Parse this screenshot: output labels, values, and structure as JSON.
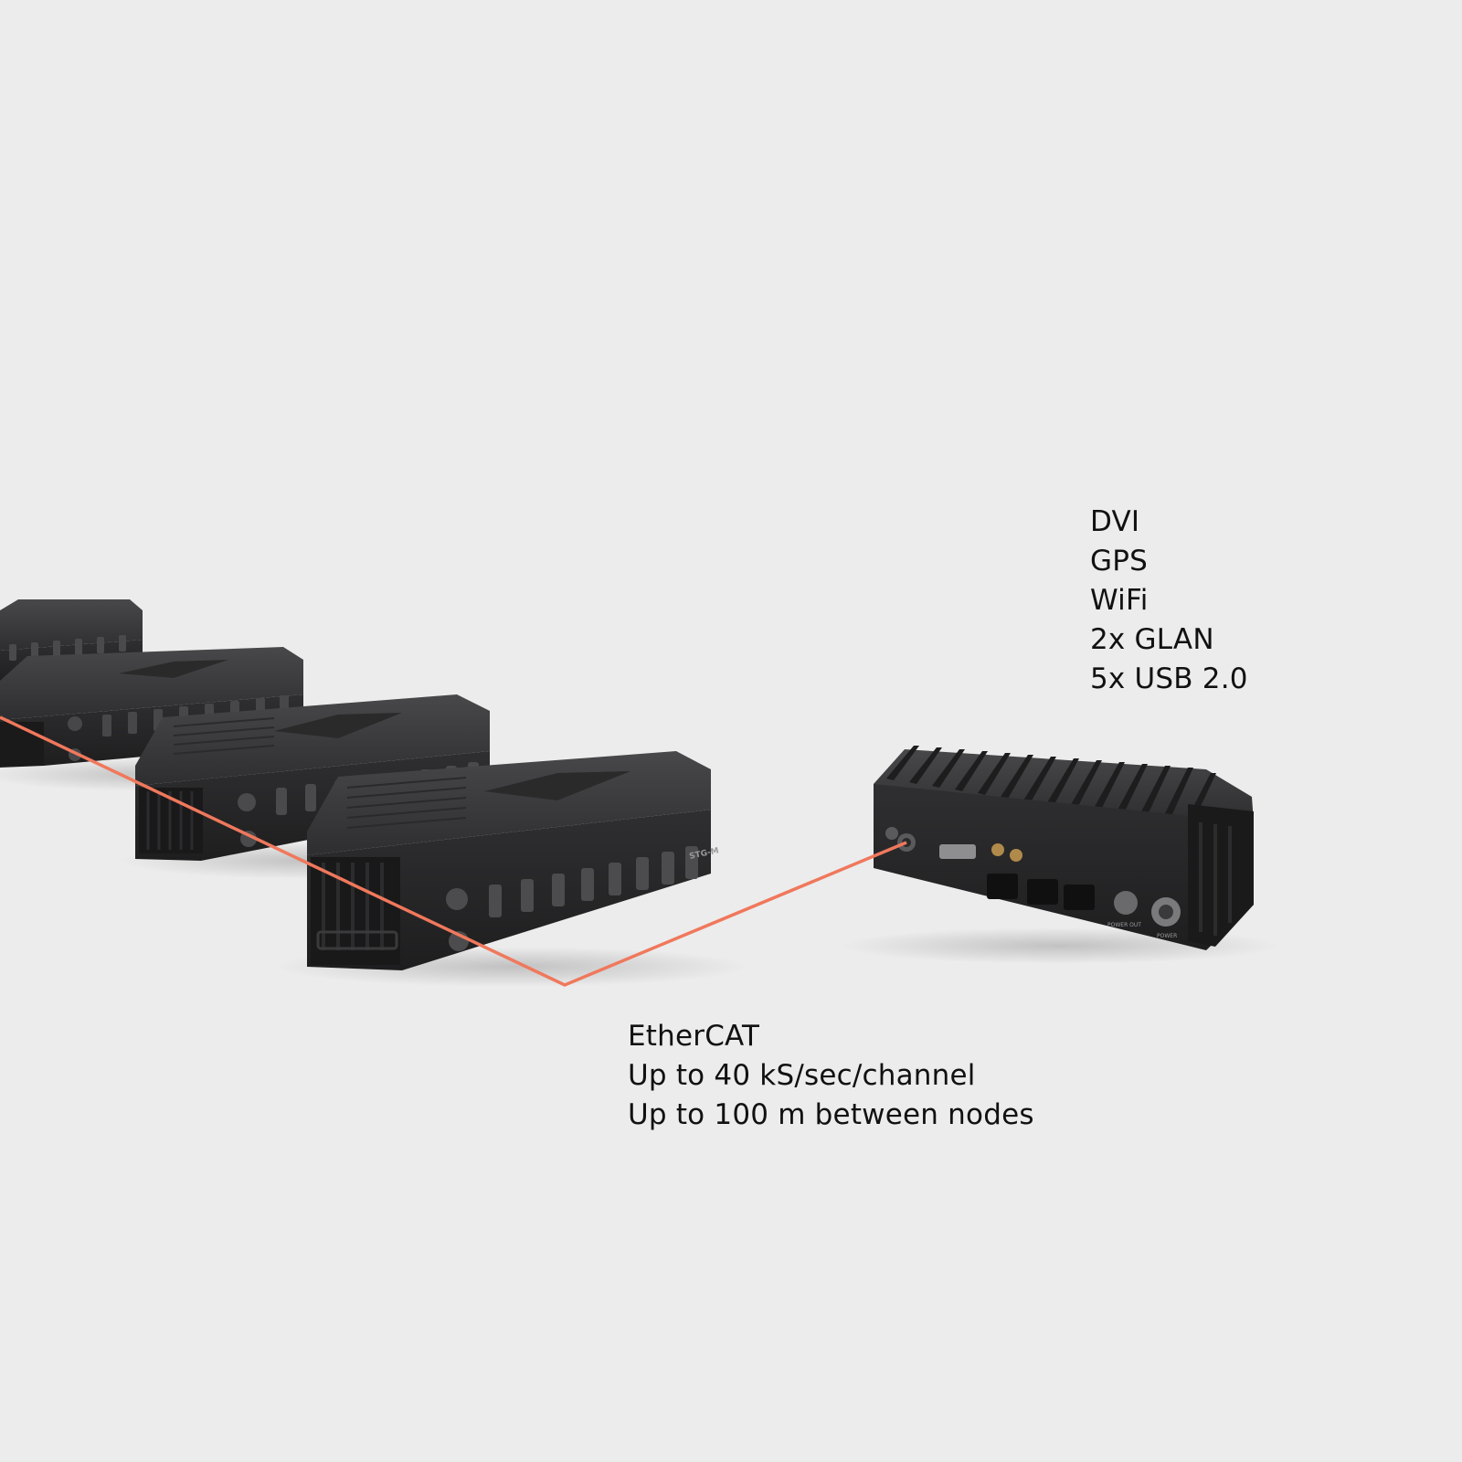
{
  "colors": {
    "background": "#ececec",
    "cable": "#f0785c",
    "device_body": "#2a2a2b",
    "device_top": "#3a3a3c",
    "device_dark": "#1a1a1b",
    "text": "#111111"
  },
  "icons": {
    "daq_module": "ruggedized-daq-module-icon",
    "host_unit": "finned-host-unit-icon",
    "cable": "ethercat-cable-line"
  },
  "host_features": [
    "DVI",
    "GPS",
    "WiFi",
    "2x GLAN",
    "5x USB 2.0"
  ],
  "ethercat_caption": [
    "EtherCAT",
    "Up to 40 kS/sec/channel",
    "Up to 100 m between nodes"
  ],
  "device_labels": {
    "module_model": "STG-M",
    "host_power_out": "POWER OUT",
    "host_power_in": "POWER"
  }
}
